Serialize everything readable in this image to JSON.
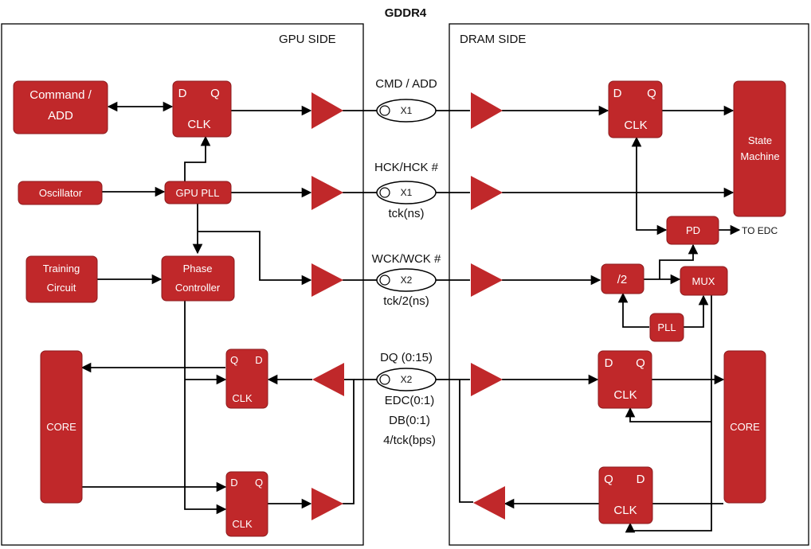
{
  "title": "GDDR4",
  "gpu_side_label": "GPU SIDE",
  "dram_side_label": "DRAM SIDE",
  "gpu": {
    "command_add": [
      "Command /",
      "ADD"
    ],
    "oscillator": "Oscillator",
    "gpu_pll": "GPU PLL",
    "training_circuit": [
      "Training",
      "Circuit"
    ],
    "phase_controller": [
      "Phase",
      "Controller"
    ],
    "core": "CORE",
    "ff_cmd": {
      "d": "D",
      "q": "Q",
      "clk": "CLK"
    },
    "ff_dq_in": {
      "q": "Q",
      "d": "D",
      "clk": "CLK"
    },
    "ff_dq_out": {
      "d": "D",
      "q": "Q",
      "clk": "CLK"
    }
  },
  "channels": {
    "cmd": {
      "label": "CMD / ADD",
      "mult": "X1"
    },
    "hck": {
      "label": "HCK/HCK #",
      "mult": "X1",
      "sub": "tck(ns)"
    },
    "wck": {
      "label": "WCK/WCK #",
      "mult": "X2",
      "sub": "tck/2(ns)"
    },
    "dq": {
      "label": "DQ (0:15)",
      "mult": "X2",
      "sub1": "EDC(0:1)",
      "sub2": "DB(0:1)",
      "sub3": "4/tck(bps)"
    }
  },
  "dram": {
    "state_machine": [
      "State",
      "Machine"
    ],
    "pd": "PD",
    "to_edc": "TO EDC",
    "div2": "/2",
    "mux": "MUX",
    "pll": "PLL",
    "core": "CORE",
    "ff_cmd": {
      "d": "D",
      "q": "Q",
      "clk": "CLK"
    },
    "ff_dq_in": {
      "d": "D",
      "q": "Q",
      "clk": "CLK"
    },
    "ff_dq_out": {
      "q": "Q",
      "d": "D",
      "clk": "CLK"
    }
  },
  "colors": {
    "block": "#c0282a",
    "wire": "#000000",
    "text_on_block": "#ffffff"
  }
}
